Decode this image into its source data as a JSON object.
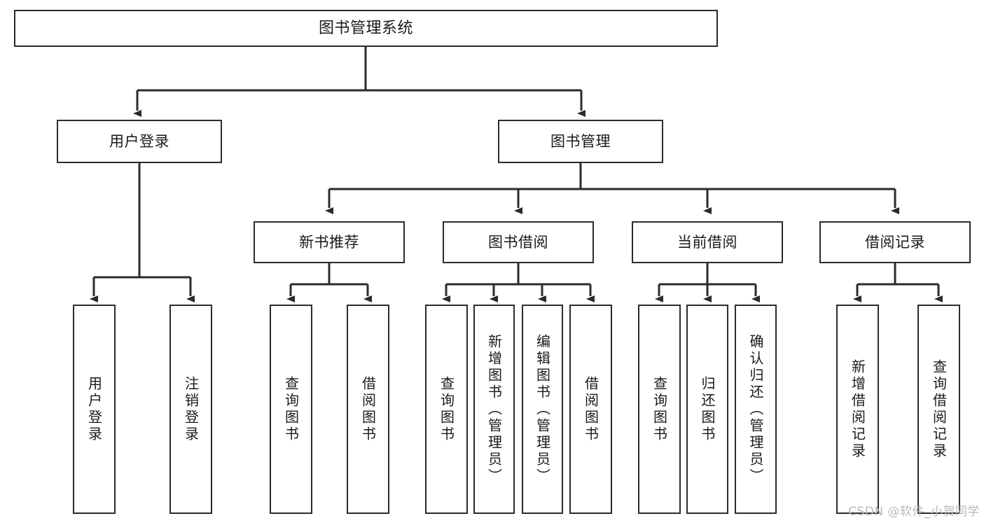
{
  "diagram": {
    "type": "tree-hierarchy",
    "title": "图书管理系统",
    "colors": {
      "box_border": "#2b2b2b",
      "box_fill": "#ffffff",
      "connector": "#2b2b2b",
      "text": "#1a1a1a",
      "watermark": "#b9b9b9"
    },
    "root": {
      "label": "图书管理系统"
    },
    "level2": [
      {
        "label": "用户登录"
      },
      {
        "label": "图书管理"
      }
    ],
    "level3": [
      {
        "label": "新书推荐"
      },
      {
        "label": "图书借阅"
      },
      {
        "label": "当前借阅"
      },
      {
        "label": "借阅记录"
      }
    ],
    "leaves": {
      "user_login": [
        {
          "label": "用户登录"
        },
        {
          "label": "注销登录"
        }
      ],
      "new_book_recommend": [
        {
          "label": "查询图书"
        },
        {
          "label": "借阅图书"
        }
      ],
      "book_borrow": [
        {
          "label": "查询图书"
        },
        {
          "label": "新增图书（管理员）"
        },
        {
          "label": "编辑图书（管理员）"
        },
        {
          "label": "借阅图书"
        }
      ],
      "current_borrow": [
        {
          "label": "查询图书"
        },
        {
          "label": "归还图书"
        },
        {
          "label": "确认归还（管理员）"
        }
      ],
      "borrow_record": [
        {
          "label": "新增借阅记录"
        },
        {
          "label": "查询借阅记录"
        }
      ]
    }
  },
  "watermark": {
    "text": "CSDN @软件_小贺同学"
  }
}
